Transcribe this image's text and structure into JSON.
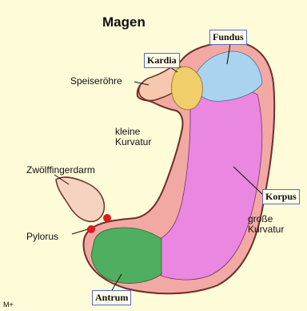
{
  "diagram": {
    "title": "Magen",
    "labels": {
      "fundus": "Fundus",
      "kardia": "Kardia",
      "speiseroehre": "Speiseröhre",
      "kleine_kurvatur_1": "kleine",
      "kleine_kurvatur_2": "Kurvatur",
      "zwoelffingerdarm": "Zwölffingerdarm",
      "korpus": "Korpus",
      "grosse_kurvatur_1": "große",
      "grosse_kurvatur_2": "Kurvatur",
      "pylorus": "Pylorus",
      "antrum": "Antrum"
    },
    "corner_mark": "M+"
  },
  "colors": {
    "background": "#fdfbd8",
    "outer_wall": "#f3a9a3",
    "outline": "#6b2f2a",
    "fundus": "#a9d3ee",
    "kardia": "#f0cf6a",
    "esophagus": "#f7c8ad",
    "korpus": "#ea87e0",
    "antrum": "#4fae5f",
    "duodenum": "#f6d3c0",
    "pylorus_marker": "#e0191f",
    "label_border": "#5b6ac9"
  }
}
